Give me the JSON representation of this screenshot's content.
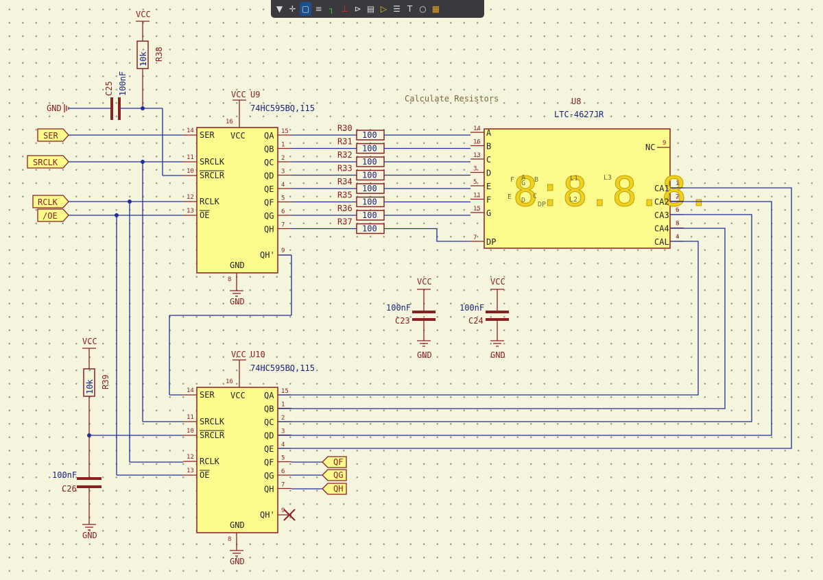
{
  "toolbar": {
    "icons": [
      "filter-icon",
      "move-icon",
      "select-icon",
      "align-icon",
      "wire-icon",
      "bus-icon",
      "net-label-icon",
      "sheet-icon",
      "global-label-icon",
      "list-icon",
      "text-icon",
      "circle-icon",
      "palette-icon"
    ]
  },
  "power": {
    "vcc": "VCC",
    "gnd": "GND"
  },
  "annotation": "Calculate Resistors",
  "net_labels": {
    "ser": "SER",
    "srclk": "SRCLK",
    "rclk": "RCLK",
    "oe": "/OE",
    "qf": "QF",
    "qg": "QG",
    "qh": "QH"
  },
  "r38": {
    "ref": "R38",
    "value": "10k"
  },
  "r39": {
    "ref": "R39",
    "value": "10k"
  },
  "c25": {
    "ref": "C25",
    "value": "100nF"
  },
  "c23": {
    "ref": "C23",
    "value": "100nF"
  },
  "c24": {
    "ref": "C24",
    "value": "100nF"
  },
  "c26": {
    "ref": "C26",
    "value": "100nF"
  },
  "u9": {
    "ref": "U9",
    "value": "74HC595BQ,115"
  },
  "u10": {
    "ref": "U10",
    "value": "74HC595BQ,115"
  },
  "u8": {
    "ref": "U8",
    "value": "LTC-4627JR",
    "nc": "NC",
    "display": "8:8.8.8.",
    "segment_hints": [
      "F",
      "A",
      "B",
      "G",
      "E",
      "D",
      "C",
      "DP",
      "L1",
      "L2",
      "L3"
    ]
  },
  "resistors": [
    {
      "ref": "R30",
      "value": "100"
    },
    {
      "ref": "R31",
      "value": "100"
    },
    {
      "ref": "R32",
      "value": "100"
    },
    {
      "ref": "R33",
      "value": "100"
    },
    {
      "ref": "R34",
      "value": "100"
    },
    {
      "ref": "R35",
      "value": "100"
    },
    {
      "ref": "R36",
      "value": "100"
    },
    {
      "ref": "R37",
      "value": "100"
    }
  ],
  "hc595_pins": {
    "vcc": "VCC",
    "gnd": "GND",
    "qh_prime": "QH'",
    "left": [
      {
        "name": "SER",
        "num": "14"
      },
      {
        "name": "SRCLK",
        "num": "11"
      },
      {
        "name": "SRCLR",
        "num": "10"
      },
      {
        "name": "RCLK",
        "num": "12"
      },
      {
        "name": "OE",
        "num": "13"
      }
    ],
    "right": [
      {
        "name": "QA",
        "num": "15"
      },
      {
        "name": "QB",
        "num": "1"
      },
      {
        "name": "QC",
        "num": "2"
      },
      {
        "name": "QD",
        "num": "3"
      },
      {
        "name": "QE",
        "num": "4"
      },
      {
        "name": "QF",
        "num": "5"
      },
      {
        "name": "QG",
        "num": "6"
      },
      {
        "name": "QH",
        "num": "7"
      }
    ],
    "vcc_num": "16",
    "gnd_num": "8",
    "qh_prime_num": "9"
  },
  "u8_pins": {
    "left": [
      {
        "name": "A",
        "num": "14"
      },
      {
        "name": "B",
        "num": "16"
      },
      {
        "name": "C",
        "num": "13"
      },
      {
        "name": "D",
        "num": "3"
      },
      {
        "name": "E",
        "num": "5"
      },
      {
        "name": "F",
        "num": "11"
      },
      {
        "name": "G",
        "num": "15"
      },
      {
        "name": "DP",
        "num": "7"
      }
    ],
    "right": [
      {
        "name": "CA1",
        "num": "1"
      },
      {
        "name": "CA2",
        "num": "2"
      },
      {
        "name": "CA3",
        "num": "6"
      },
      {
        "name": "CA4",
        "num": "8"
      },
      {
        "name": "CAL",
        "num": "4"
      }
    ],
    "nc_num": "9"
  },
  "colors": {
    "wire": "#1f2e9c",
    "part": "#8a2020",
    "body": "#fcfb8c",
    "bg": "#f5f4dd",
    "segment": "#f0d020"
  }
}
